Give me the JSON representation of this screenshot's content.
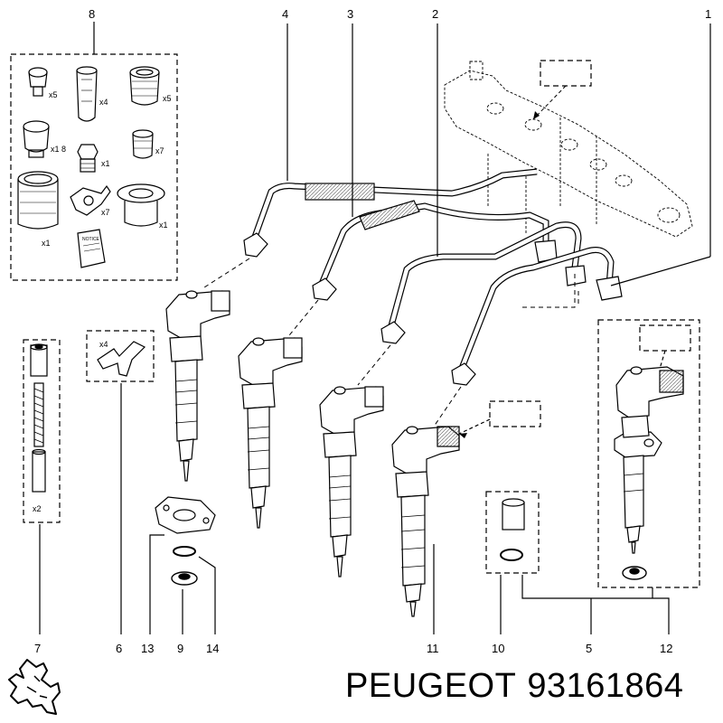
{
  "callouts": {
    "c8": "8",
    "c4": "4",
    "c3": "3",
    "c2": "2",
    "c1": "1",
    "c7": "7",
    "c6": "6",
    "c13": "13",
    "c9": "9",
    "c14": "14",
    "c11": "11",
    "c10": "10",
    "c5": "5",
    "c12": "12"
  },
  "kit_quantities": {
    "cap_bolt": "x5",
    "filter_sleeve": "x4",
    "threaded_ring": "x5",
    "sealing_plug": "x1 8",
    "union_fitting": "x1",
    "small_cap": "x7",
    "large_sleeve": "x1",
    "retainer_clip": "x7",
    "washer_ring": "x1"
  },
  "booklet_text": "NOTICE",
  "clamp_qty": "x4",
  "side_kit_qty": "x2",
  "caption": {
    "brand": "PEUGEOT",
    "part_number": "93161864"
  },
  "colors": {
    "line": "#000000",
    "background": "#ffffff",
    "hatch": "#555555"
  }
}
